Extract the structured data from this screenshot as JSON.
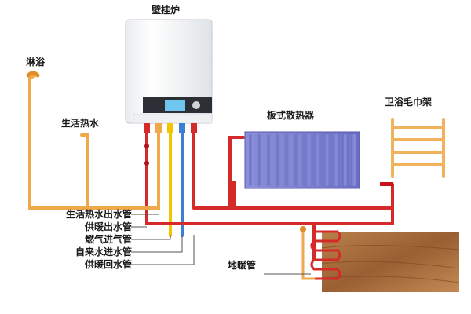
{
  "labels": {
    "boiler": "壁挂炉",
    "shower": "淋浴",
    "hot_water": "生活热水",
    "radiator": "板式散热器",
    "towel_rack": "卫浴毛巾架",
    "floor_heating": "地暖管"
  },
  "pipe_legend": [
    "生活热水出水管",
    "供暖出水管",
    "燃气进气管",
    "自来水进水管",
    "供暖回水管"
  ],
  "colors": {
    "heating_supply": "#d42a2a",
    "hot_water": "#f0a94a",
    "gas": "#f2c500",
    "cold_water": "#3b7fd6",
    "radiator": "#7b7fcf",
    "towel_rack": "#f0b25a",
    "wood_floor": "#a86a3a"
  }
}
